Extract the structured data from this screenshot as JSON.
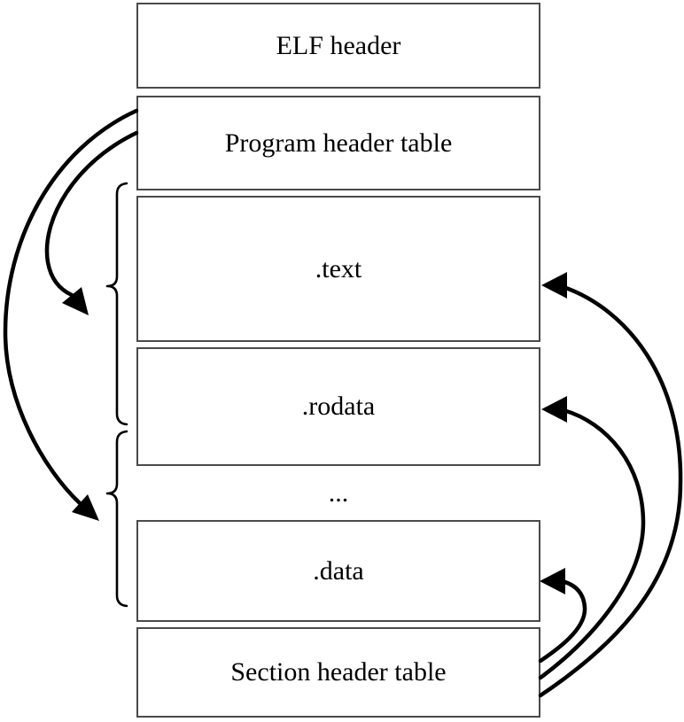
{
  "colors": {
    "background": "#ffffff",
    "box_border": "#4a4a4a",
    "box_fill": "#ffffff",
    "connector": "#000000",
    "text": "#000000"
  },
  "boxes": [
    {
      "id": "elf-header",
      "label": "ELF header"
    },
    {
      "id": "program-header-table",
      "label": "Program header table"
    },
    {
      "id": "text-section",
      "label": ".text"
    },
    {
      "id": "rodata-section",
      "label": ".rodata"
    },
    {
      "id": "data-section",
      "label": ".data"
    },
    {
      "id": "section-header-table",
      "label": "Section header table"
    }
  ],
  "ellipsis": {
    "label": "..."
  },
  "connectors": {
    "braces": [
      {
        "id": "segment-brace-1",
        "groups": [
          ".text",
          ".rodata"
        ]
      },
      {
        "id": "segment-brace-2",
        "groups": [
          "...",
          ".data"
        ]
      }
    ],
    "arrows": [
      {
        "from": "Program header table",
        "to": "segment-brace-1"
      },
      {
        "from": "Program header table",
        "to": "segment-brace-2"
      },
      {
        "from": "Section header table",
        "to": ".text"
      },
      {
        "from": "Section header table",
        "to": ".rodata"
      },
      {
        "from": "Section header table",
        "to": ".data"
      }
    ]
  }
}
